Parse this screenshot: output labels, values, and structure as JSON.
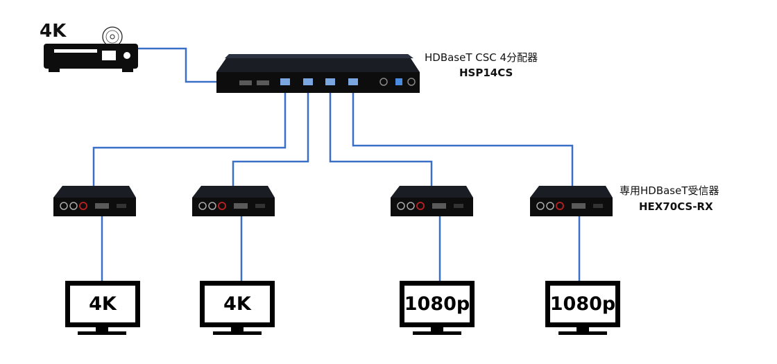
{
  "colors": {
    "cable": "#3a6fc8",
    "device": "#0d0d0d",
    "port": "#7aa7e0",
    "rca_red": "#b02020",
    "text": "#111111"
  },
  "source": {
    "resolution": "4K",
    "icon": "blu-ray-player-icon"
  },
  "splitter": {
    "title": "HDBaseT CSC 4分配器",
    "model": "HSP14CS",
    "icon": "hdbaset-splitter-icon"
  },
  "receivers": {
    "title": "専用HDBaseT受信器",
    "model": "HEX70CS-RX",
    "icon": "hdbaset-receiver-icon"
  },
  "displays": [
    {
      "resolution": "4K",
      "icon": "monitor-icon"
    },
    {
      "resolution": "4K",
      "icon": "monitor-icon"
    },
    {
      "resolution": "1080p",
      "icon": "monitor-icon"
    },
    {
      "resolution": "1080p",
      "icon": "monitor-icon"
    }
  ]
}
